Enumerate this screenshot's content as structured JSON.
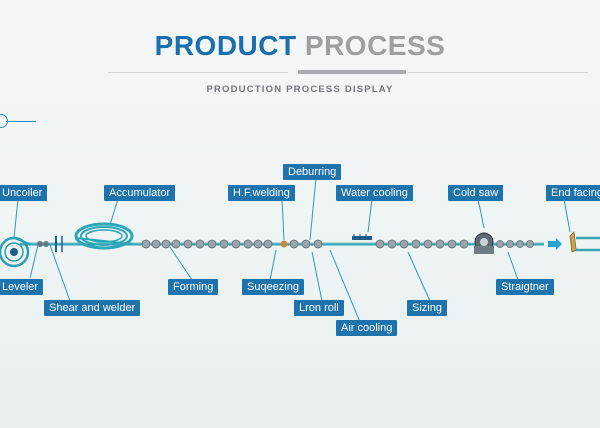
{
  "title": {
    "part1": "PRODUCT",
    "part2": "PROCESS"
  },
  "subtitle": "PRODUCTION PROCESS DISPLAY",
  "colors": {
    "accent": "#1e73ad",
    "line": "#2b9ac0",
    "pipe": "#37a6b7",
    "title_gray": "#9aa0a4"
  },
  "stages": {
    "uncoiler": "Uncoiler",
    "leveler": "Leveler",
    "shear_welder": "Shear and welder",
    "accumulator": "Accumulator",
    "forming": "Forming",
    "hf_welding": "H.F.welding",
    "deburring": "Deburring",
    "squeezing": "Suqeezing",
    "iron_roll": "Lron roll",
    "air_cooling": "Air cooling",
    "water_cooling": "Water cooling",
    "sizing": "Sizing",
    "cold_saw": "Cold saw",
    "straightener": "Straigtner",
    "end_facing": "End facing"
  }
}
